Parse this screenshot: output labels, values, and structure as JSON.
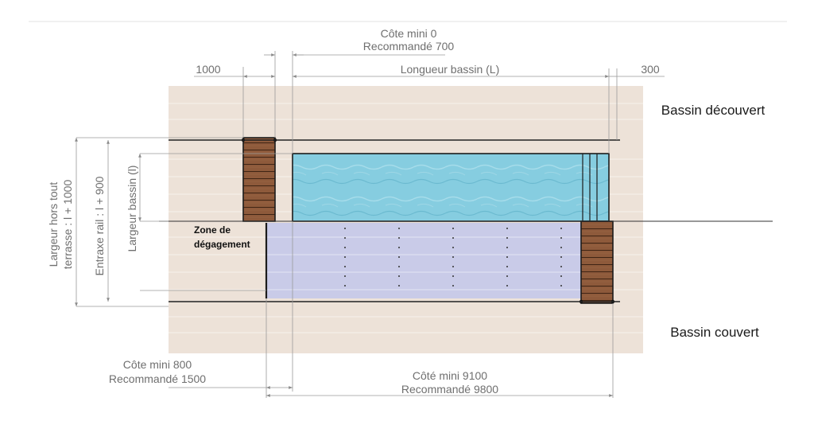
{
  "labels": {
    "cote_mini_top": "Côte mini 0",
    "recommande_top": "Recommandé 700",
    "dim_left": "1000",
    "longueur_bassin": "Longueur bassin (L)",
    "dim_right": "300",
    "bassin_decouvert": "Bassin découvert",
    "bassin_couvert": "Bassin couvert",
    "zone_line1": "Zone de",
    "zone_line2": "dégagement",
    "cote_mini_left": "Côte mini 800",
    "recommande_left": "Recommandé 1500",
    "cote_mini_bottom": "Côté mini 9100",
    "recommande_bottom": "Recommandé 9800",
    "vert_1a": "Largeur hors tout",
    "vert_1b": "terrasse : l + 1000",
    "vert_2": "Entraxe rail : l + 900",
    "vert_3": "Largeur bassin (l)"
  },
  "colors": {
    "terrace": "#ede2d8",
    "water": "#7fc8db",
    "cover": "#c9cbe8",
    "deck_wood": "#8b5a3c"
  }
}
